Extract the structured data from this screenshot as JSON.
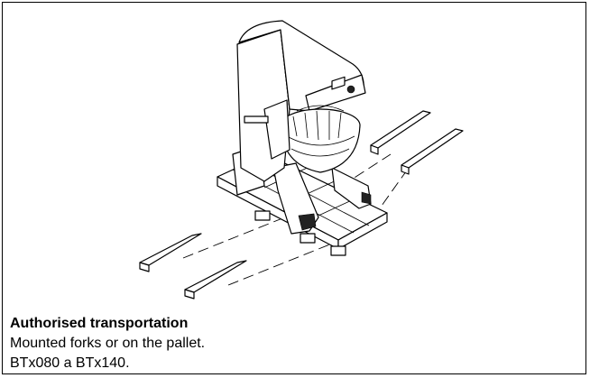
{
  "caption": {
    "title": "Authorised transportation",
    "line1": "Mounted forks or on the pallet.",
    "line2": "BTx080 a BTx140."
  }
}
